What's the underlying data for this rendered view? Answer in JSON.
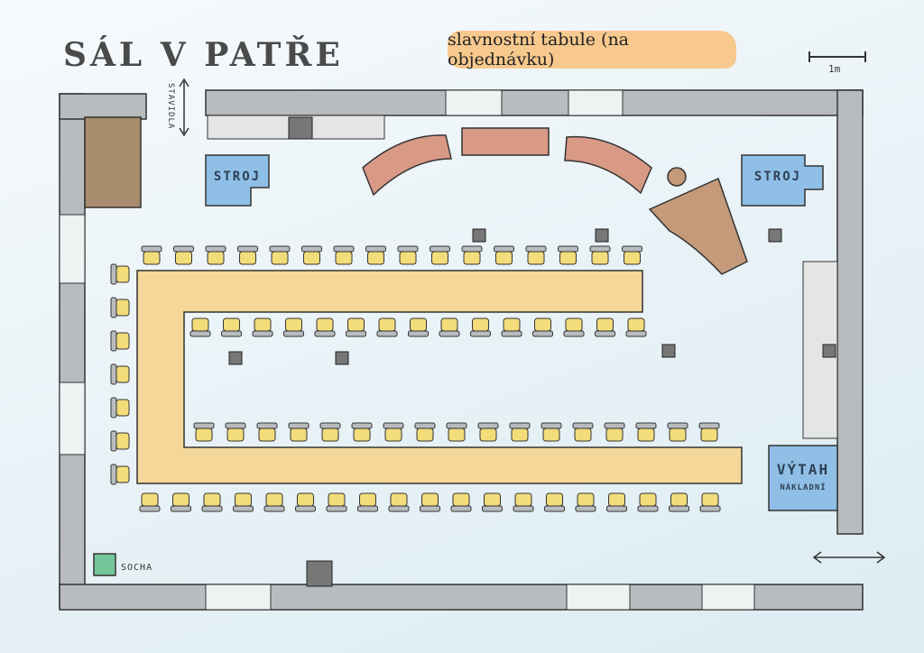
{
  "title": "SÁL V PATŘE",
  "subtitle": "slavnostní tabule (na objednávku)",
  "scale_label": "1m",
  "labels": {
    "stavidla": "STAVIDLA",
    "stroj_left": "STROJ",
    "stroj_right": "STROJ",
    "vytah": "VÝTAH",
    "vytah_sub": "NÁKLADNÍ",
    "socha": "SOCHA"
  },
  "colors": {
    "table": "#f5d79a",
    "chair_seat": "#f3dc7a",
    "wall": "#b8bcbf",
    "wall_light": "#e4e6e6",
    "machine": "#8fbfe6",
    "sofa": "#d99a85",
    "piano": "#c49a7b",
    "statue": "#74c69a",
    "door": "#a88a6c"
  }
}
